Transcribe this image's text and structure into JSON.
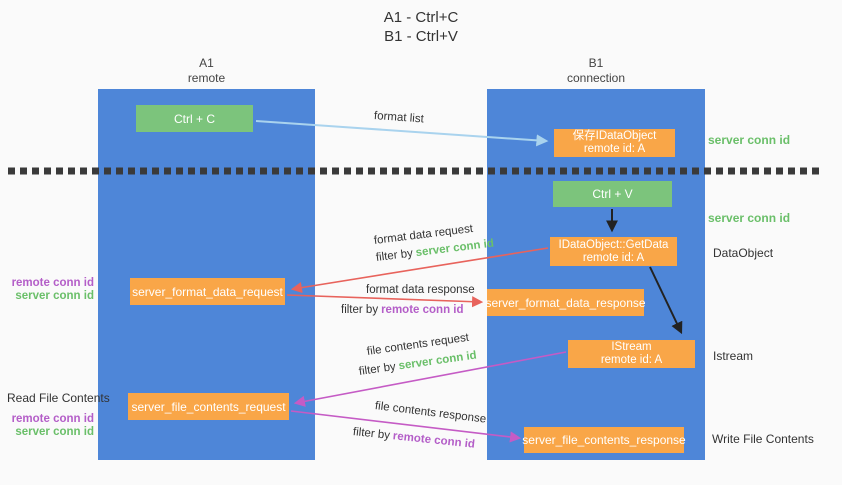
{
  "title": {
    "line1": "A1 - Ctrl+C",
    "line2": "B1 - Ctrl+V"
  },
  "lanes": {
    "left": {
      "title": "A1",
      "subtitle": "remote"
    },
    "right": {
      "title": "B1",
      "subtitle": "connection"
    }
  },
  "nodes": {
    "ctrl_c": {
      "label": "Ctrl + C"
    },
    "save_dataobject": {
      "line1": "保存IDataObject",
      "line2": "remote id: A"
    },
    "ctrl_v": {
      "label": "Ctrl + V"
    },
    "getdata": {
      "line1": "IDataObject::GetData",
      "line2": "remote id: A"
    },
    "server_format_data_request": {
      "label": "server_format_data_request"
    },
    "server_format_data_response": {
      "label": "server_format_data_response"
    },
    "istream": {
      "line1": "IStream",
      "line2": "remote id: A"
    },
    "server_file_contents_request": {
      "label": "server_file_contents_request"
    },
    "server_file_contents_response": {
      "label": "server_file_contents_response"
    }
  },
  "flow_labels": {
    "format_list": "format list",
    "format_data_request": "format data request",
    "format_data_response": "format data response",
    "file_contents_request": "file contents request",
    "file_contents_response": "file contents response",
    "filter_by": "filter by",
    "server_conn_id": "server conn id",
    "remote_conn_id": "remote conn id"
  },
  "side_labels": {
    "server_conn_id_top": "server conn id",
    "server_conn_id_mid": "server conn id",
    "dataobject": "DataObject",
    "istream": "Istream",
    "write_file_contents": "Write File Contents",
    "read_file_contents": "Read File Contents",
    "left_top": {
      "remote": "remote conn id",
      "server": "server conn id"
    },
    "left_bottom": {
      "remote": "remote conn id",
      "server": "server conn id"
    }
  },
  "colors": {
    "background": "#fafafa",
    "lane_blue": "#4e86d8",
    "node_orange": "#f9a648",
    "node_green": "#7cc47c",
    "arrow_blue": "#a9d3ee",
    "arrow_red": "#e8635c",
    "arrow_magenta": "#c55bc5",
    "arrow_black": "#222222",
    "label_green": "#6abf69",
    "label_purple": "#b45ec8",
    "divider_dark": "#3a3a3a"
  }
}
